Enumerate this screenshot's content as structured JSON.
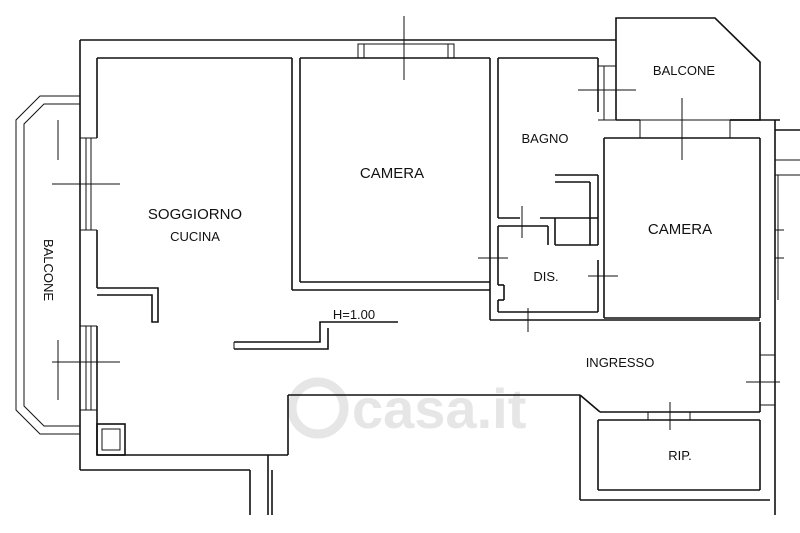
{
  "rooms": {
    "soggiorno": "SOGGIORNO",
    "cucina": "CUCINA",
    "camera_1": "CAMERA",
    "camera_2": "CAMERA",
    "bagno": "BAGNO",
    "balcone_top": "BALCONE",
    "balcone_left": "BALCONE",
    "dis": "DIS.",
    "ingresso": "INGRESSO",
    "rip": "RIP."
  },
  "annotations": {
    "height": "H=1.00"
  },
  "watermark": {
    "text": "casa.it"
  }
}
